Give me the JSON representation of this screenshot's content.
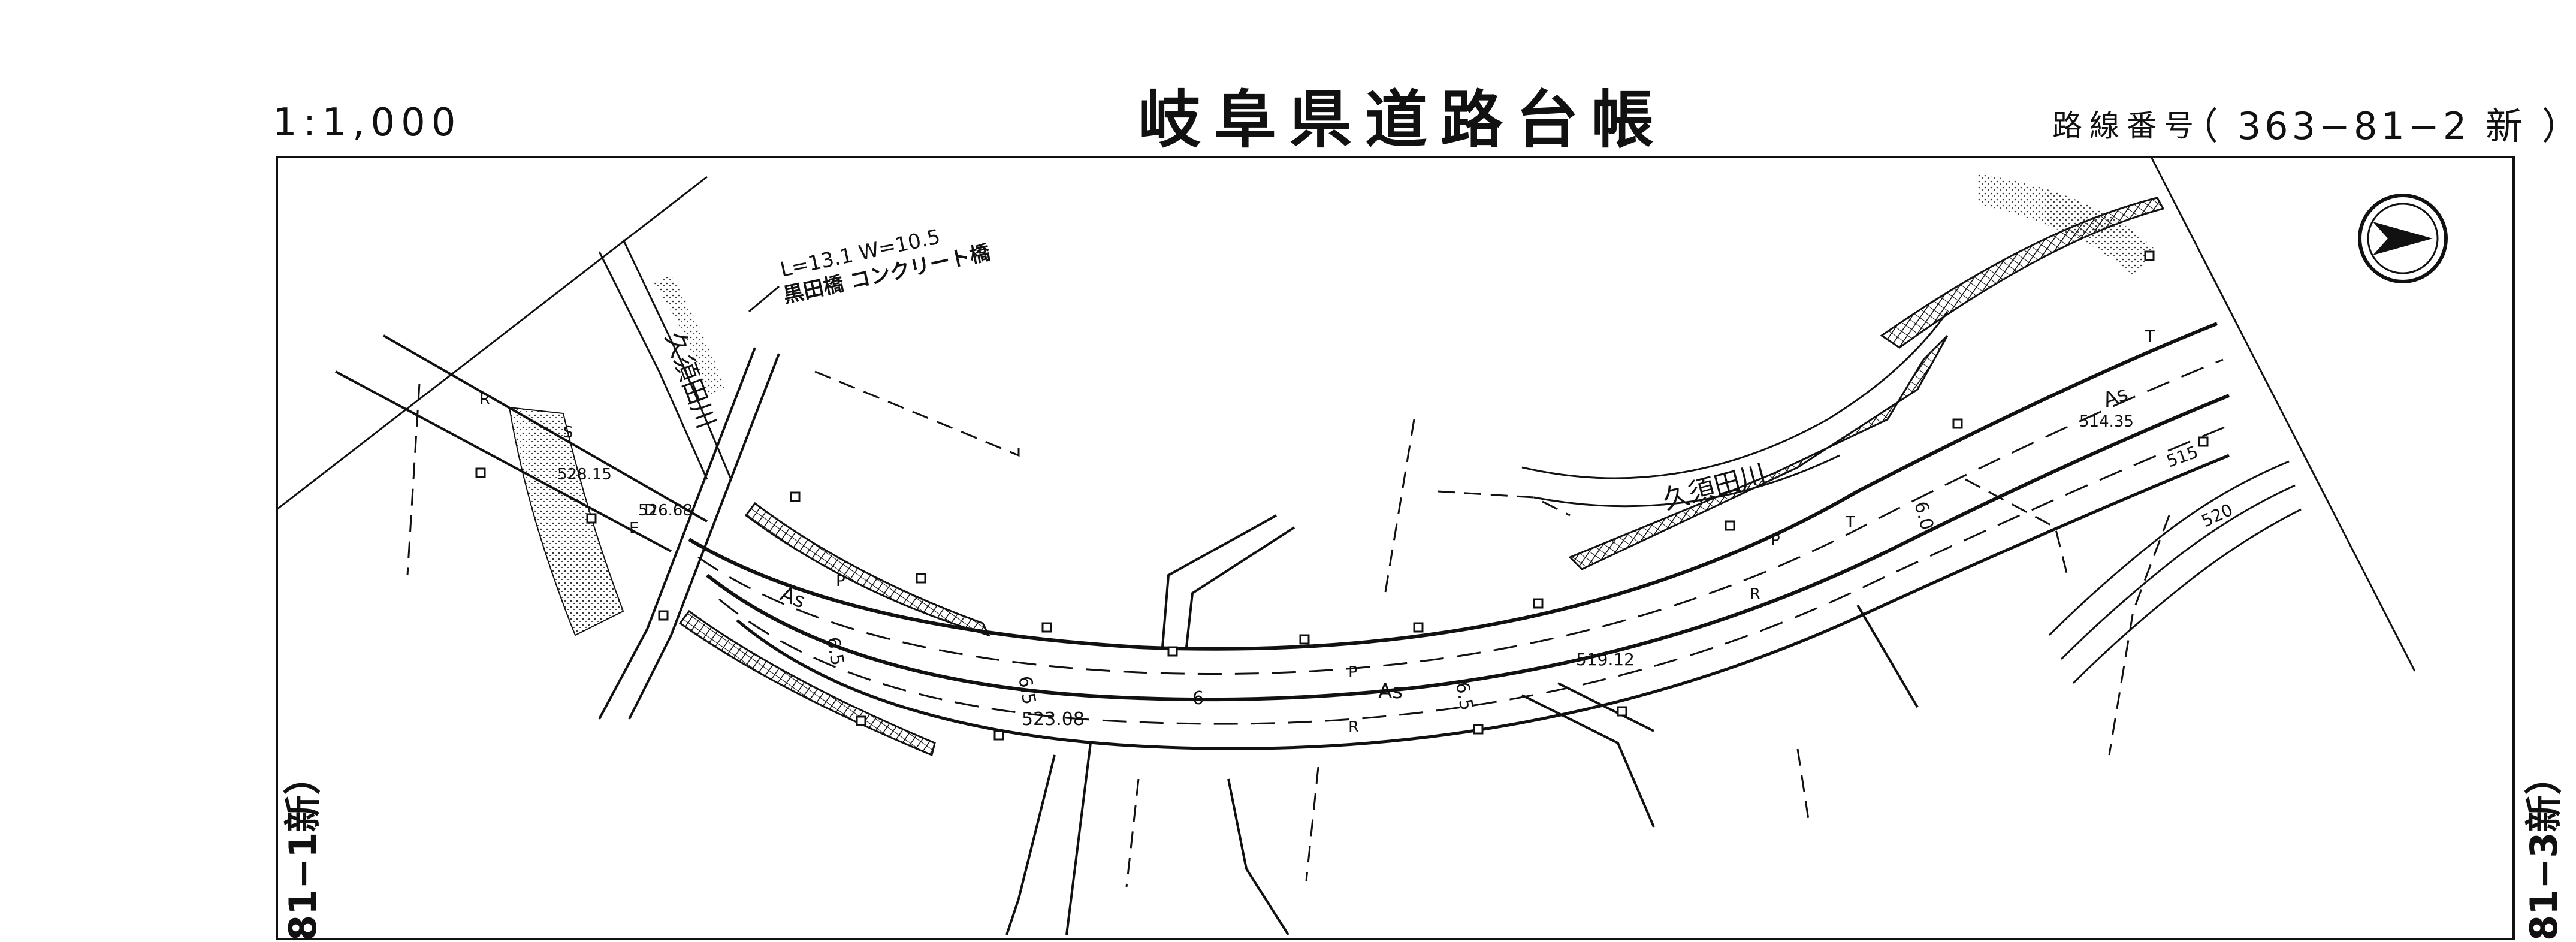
{
  "header": {
    "scale": "1:1,000",
    "title": "岐阜県道路台帳",
    "route_label": "路線番号",
    "route_number": "（ 363−81−2 新 ）"
  },
  "side_labels": {
    "left": "81−1新）",
    "right": "81−3新）"
  },
  "map": {
    "north_arrow": "north-arrow",
    "bridge": {
      "dims": "L=13.1  W=10.5",
      "name": "黒田橋 コンクリート橋"
    },
    "river_name": "久須田川",
    "river_name_west": "久須田川",
    "elevations": [
      "528.15",
      "526.68",
      "523.08",
      "519.12",
      "514.35"
    ],
    "contours": [
      "515",
      "520"
    ],
    "widths": [
      "6.5",
      "6.5",
      "6",
      "6.5",
      "6.0"
    ],
    "surface_labels": [
      "As",
      "As",
      "As"
    ],
    "boundary_marks": [
      "P",
      "P",
      "P",
      "R",
      "R",
      "R",
      "T",
      "T",
      "S",
      "E",
      "D"
    ]
  }
}
